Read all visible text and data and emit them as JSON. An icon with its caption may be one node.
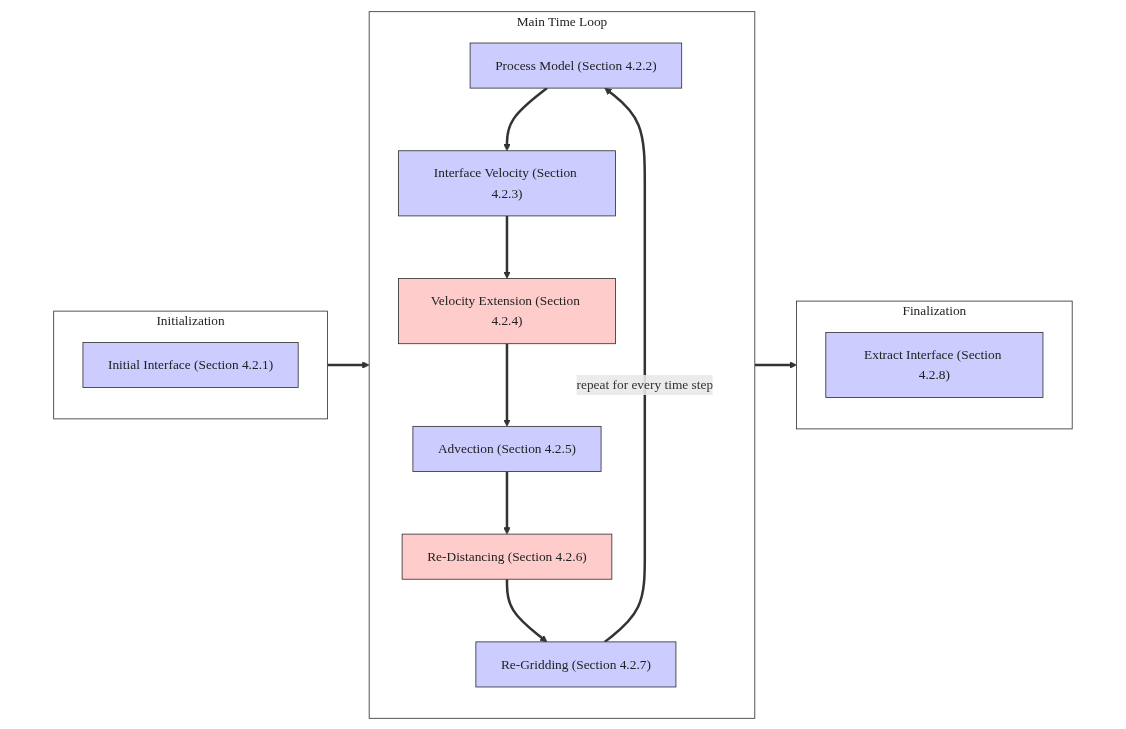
{
  "diagram": {
    "nodes": [
      {
        "text": [
          "Initialization"
        ]
      },
      {
        "text": [
          "Initial Interface (Section 4.2.1)"
        ],
        "in": 0
      },
      {
        "text": [
          "Main Time Loop"
        ]
      },
      {
        "text": [
          "Process Model (Section 4.2.2)"
        ],
        "in": 2
      },
      {
        "text": [
          "Interface Velocity (Section 4.2.3)"
        ],
        "in": 2
      },
      {
        "text": [
          "Velocity Extension (Section 4.2.4)"
        ],
        "in": 2
      },
      {
        "text": [
          "Advection (Section 4.2.5)"
        ],
        "in": 2
      },
      {
        "text": [
          "Re-Distancing (Section 4.2.6)"
        ],
        "in": 2
      },
      {
        "text": [
          "Re-Gridding (Section 4.2.7)"
        ],
        "in": 2
      },
      {
        "text": [
          "Finalization"
        ]
      },
      {
        "text": [
          "Extract Interface (Section 4.2.8)"
        ],
        "in": 9
      }
    ],
    "edges": [
      {
        "from": 0,
        "to": 2,
        "arrow": "to"
      },
      {
        "from": 2,
        "to": 9,
        "arrow": "to"
      },
      {
        "from": 3,
        "to": 4,
        "arrow": "to"
      },
      {
        "from": 4,
        "to": 5,
        "arrow": "to"
      },
      {
        "from": 5,
        "to": 6,
        "arrow": "to"
      },
      {
        "from": 6,
        "to": 7,
        "arrow": "to"
      },
      {
        "from": 7,
        "to": 8,
        "arrow": "to"
      },
      {
        "from": 8,
        "to": 3,
        "arrow": "to",
        "label": "repeat for every time step"
      }
    ]
  }
}
